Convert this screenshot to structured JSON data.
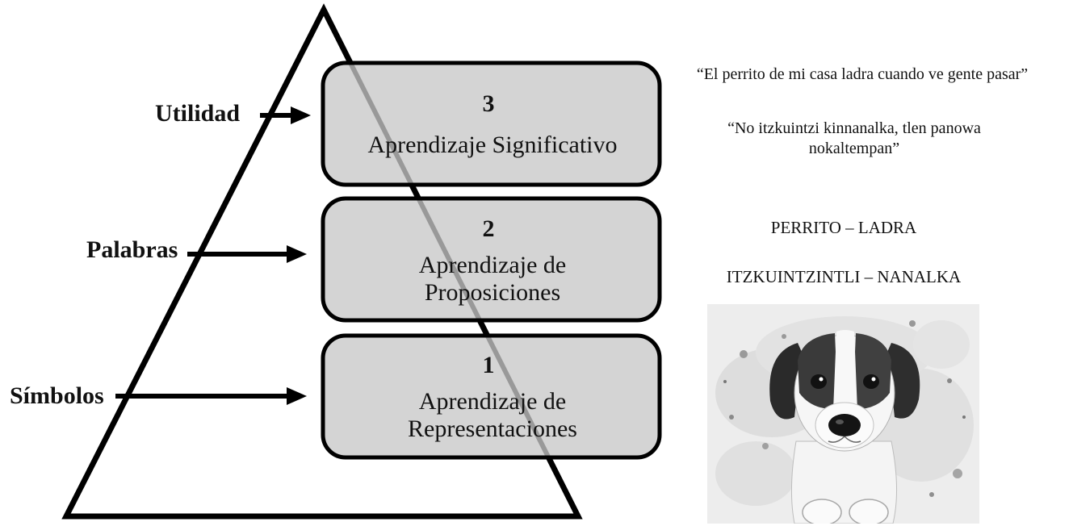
{
  "side_labels": {
    "utilidad": "Utilidad",
    "palabras": "Palabras",
    "simbolos": "Símbolos"
  },
  "levels": [
    {
      "number": "3",
      "line1": "Aprendizaje Significativo",
      "line2": ""
    },
    {
      "number": "2",
      "line1": "Aprendizaje de",
      "line2": "Proposiciones"
    },
    {
      "number": "1",
      "line1": "Aprendizaje de",
      "line2": "Representaciones"
    }
  ],
  "quotes": {
    "spanish": "“El perrito de mi casa ladra cuando ve gente pasar”",
    "nahuatl": "“No itzkuintzi kinnanalka, tlen panowa nokaltempan”"
  },
  "word_pairs": {
    "spanish": "PERRITO – LADRA",
    "nahuatl": "ITZKUINTZINTLI – NANALKA"
  },
  "colors": {
    "box_fill": "#d4d4d4",
    "stroke": "#000000",
    "image_bg": "#ededed"
  },
  "image": {
    "icon": "puppy-watercolor-illustration"
  }
}
